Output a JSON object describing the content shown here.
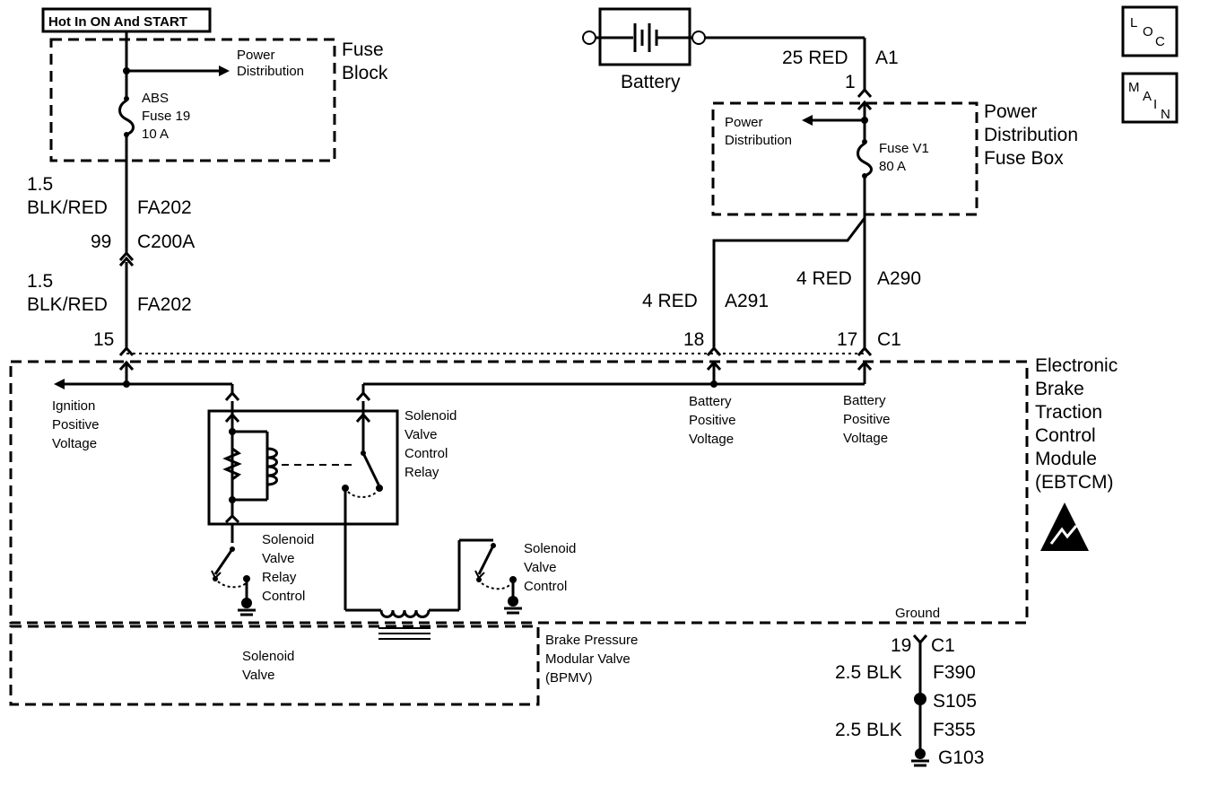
{
  "header": {
    "hot_label": "Hot In ON And START"
  },
  "fuse_block": {
    "title_line1": "Fuse",
    "title_line2": "Block",
    "power_distribution_line1": "Power",
    "power_distribution_line2": "Distribution",
    "fuse_line1": "ABS",
    "fuse_line2": "Fuse 19",
    "fuse_line3": "10 A"
  },
  "left_wire": {
    "upper_gauge": "1.5",
    "upper_color": "BLK/RED",
    "upper_circuit": "FA202",
    "connector_pin": "99",
    "connector_name": "C200A",
    "lower_gauge": "1.5",
    "lower_color": "BLK/RED",
    "lower_circuit": "FA202",
    "module_pin": "15"
  },
  "battery": {
    "label": "Battery"
  },
  "battery_wire": {
    "size_color": "25 RED",
    "circuit": "A1",
    "pin": "1"
  },
  "pdfb": {
    "title_line1": "Power",
    "title_line2": "Distribution",
    "title_line3": "Fuse Box",
    "power_distribution_line1": "Power",
    "power_distribution_line2": "Distribution",
    "fuse_line1": "Fuse V1",
    "fuse_line2": "80 A"
  },
  "wire_a291": {
    "size_color": "4 RED",
    "circuit": "A291",
    "pin": "18"
  },
  "wire_a290": {
    "size_color": "4 RED",
    "circuit": "A290",
    "pin": "17",
    "connector": "C1"
  },
  "ebtcm": {
    "title_line1": "Electronic",
    "title_line2": "Brake",
    "title_line3": "Traction",
    "title_line4": "Control",
    "title_line5": "Module",
    "title_line6": "(EBTCM)",
    "ignition_line1": "Ignition",
    "ignition_line2": "Positive",
    "ignition_line3": "Voltage",
    "batt1_line1": "Battery",
    "batt1_line2": "Positive",
    "batt1_line3": "Voltage",
    "batt2_line1": "Battery",
    "batt2_line2": "Positive",
    "batt2_line3": "Voltage",
    "relay_line1": "Solenoid",
    "relay_line2": "Valve",
    "relay_line3": "Control",
    "relay_line4": "Relay",
    "relay_ctrl_line1": "Solenoid",
    "relay_ctrl_line2": "Valve",
    "relay_ctrl_line3": "Relay",
    "relay_ctrl_line4": "Control",
    "sol_ctrl_line1": "Solenoid",
    "sol_ctrl_line2": "Valve",
    "sol_ctrl_line3": "Control",
    "ground_label": "Ground"
  },
  "bpmv": {
    "solenoid_line1": "Solenoid",
    "solenoid_line2": "Valve",
    "title_line1": "Brake Pressure",
    "title_line2": "Modular Valve",
    "title_line3": "(BPMV)"
  },
  "ground_wire": {
    "pin": "19",
    "connector": "C1",
    "upper_size_color": "2.5 BLK",
    "upper_circuit": "F390",
    "splice": "S105",
    "lower_size_color": "2.5 BLK",
    "lower_circuit": "F355",
    "ground": "G103"
  },
  "nav": {
    "loc_l": "L",
    "loc_o": "O",
    "loc_c": "C",
    "main_m": "M",
    "main_a": "A",
    "main_i": "I",
    "main_n": "N"
  }
}
